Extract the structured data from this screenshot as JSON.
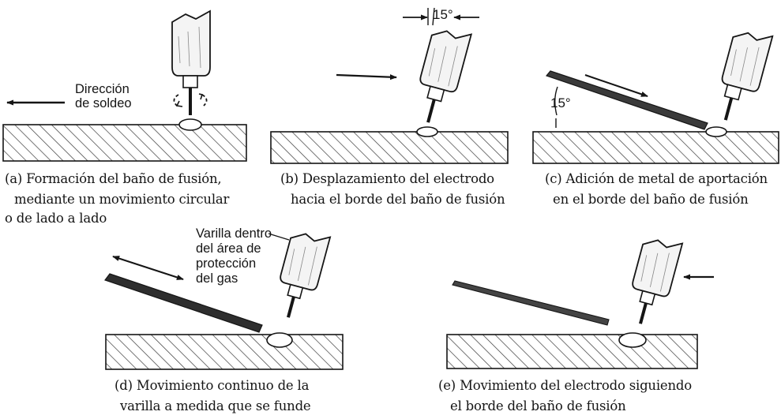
{
  "panels": [
    {
      "id": "a",
      "caption_lines": [
        "(a) Formación del baño de fusión,",
        "mediante un movimiento circular",
        "o de lado a lado"
      ],
      "label_lines": [
        "Dirección",
        "de soldeo"
      ]
    },
    {
      "id": "b",
      "caption_lines": [
        "(b) Desplazamiento del electrodo",
        "hacia el borde del baño de fusión"
      ],
      "angle_label": "15°"
    },
    {
      "id": "c",
      "caption_lines": [
        "(c) Adición de metal de aportación",
        "en el borde del baño de fusión"
      ],
      "angle_label": "15°"
    },
    {
      "id": "d",
      "caption_lines": [
        "(d) Movimiento continuo de la",
        "varilla a medida que se funde"
      ],
      "label_lines": [
        "Varilla dentro",
        "del área de",
        "protección",
        "del gas"
      ]
    },
    {
      "id": "e",
      "caption_lines": [
        "(e) Movimiento del electrodo siguiendo",
        "el borde del baño de fusión"
      ]
    }
  ],
  "colors": {
    "ink": "#151515",
    "torch_fill": "#f4f4f4",
    "rod_fill": "#3a3a3a",
    "hatch": "#3a3a3a"
  }
}
